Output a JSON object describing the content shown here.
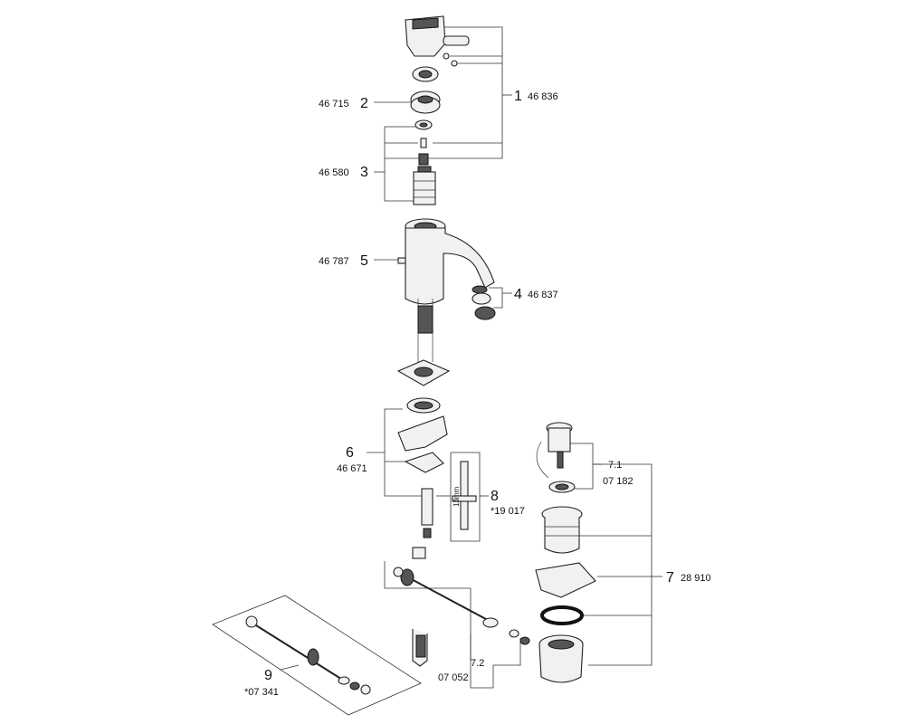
{
  "callouts": [
    {
      "id": "1",
      "number": "1",
      "code": "46 836"
    },
    {
      "id": "2",
      "number": "2",
      "code": "46 715"
    },
    {
      "id": "3",
      "number": "3",
      "code": "46 580"
    },
    {
      "id": "4",
      "number": "4",
      "code": "46 837"
    },
    {
      "id": "5",
      "number": "5",
      "code": "46 787"
    },
    {
      "id": "6",
      "number": "6",
      "code": "46 671"
    },
    {
      "id": "7",
      "number": "7",
      "code": "28 910"
    },
    {
      "id": "7.1",
      "number": "7.1",
      "code": "07 182"
    },
    {
      "id": "7.2",
      "number": "7.2",
      "code": "07 052"
    },
    {
      "id": "8",
      "number": "8",
      "code": "*19 017"
    },
    {
      "id": "9",
      "number": "9",
      "code": "*07 341"
    }
  ],
  "tool_label": "13mm"
}
